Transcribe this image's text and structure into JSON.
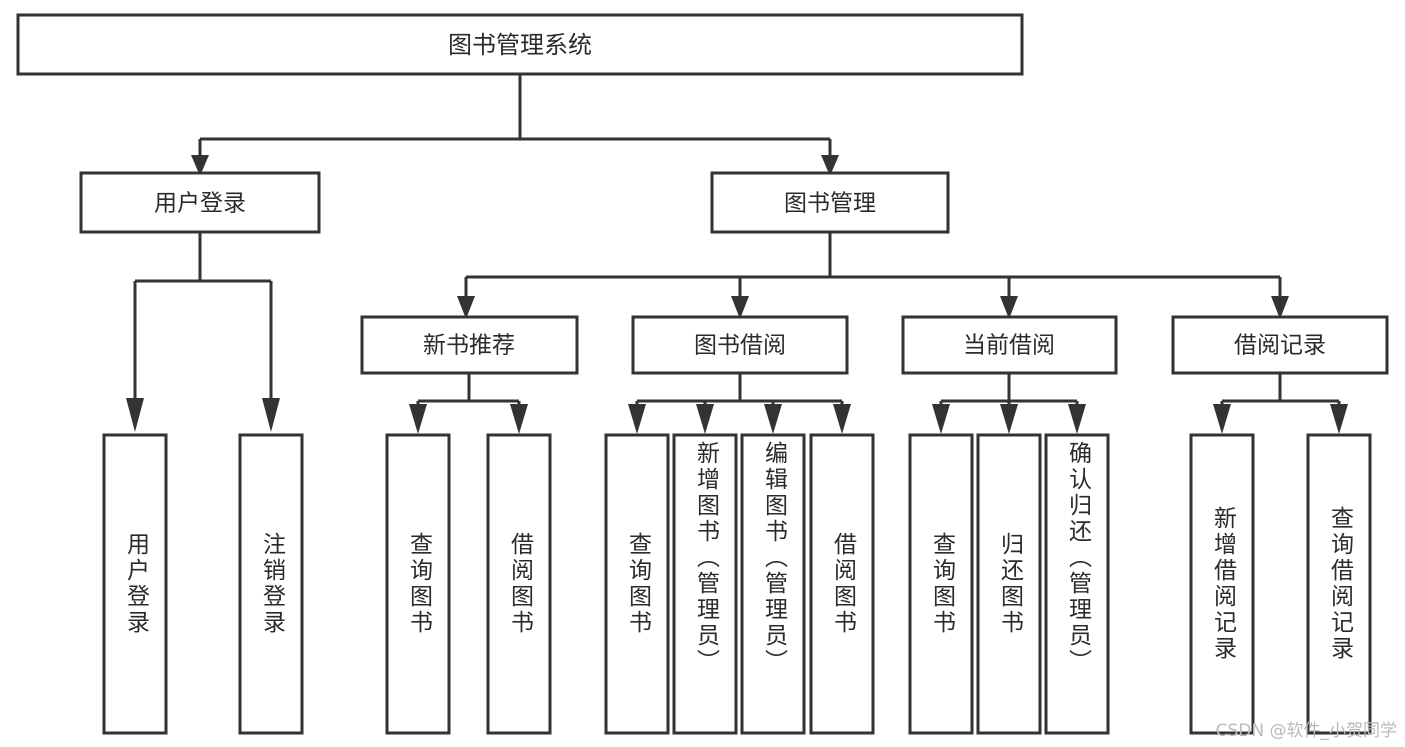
{
  "diagram": {
    "type": "tree",
    "title": "图书管理系统",
    "orientation": "top-down",
    "colors": {
      "background": "#ffffff",
      "box_fill": "#ffffff",
      "box_stroke": "#333333",
      "text": "#2b2b2b",
      "watermark": "#b9b9b9"
    },
    "root": {
      "label": "图书管理系统"
    },
    "level2": [
      {
        "label": "用户登录"
      },
      {
        "label": "图书管理"
      }
    ],
    "level3": [
      {
        "label": "新书推荐"
      },
      {
        "label": "图书借阅"
      },
      {
        "label": "当前借阅"
      },
      {
        "label": "借阅记录"
      }
    ],
    "leaves": {
      "user_login": [
        {
          "label": "用户登录"
        },
        {
          "label": "注销登录"
        }
      ],
      "new_book_recommend": [
        {
          "label": "查询图书"
        },
        {
          "label": "借阅图书"
        }
      ],
      "book_borrow": [
        {
          "label": "查询图书"
        },
        {
          "label": "新增图书（管理员）"
        },
        {
          "label": "编辑图书（管理员）"
        },
        {
          "label": "借阅图书"
        }
      ],
      "current_borrow": [
        {
          "label": "查询图书"
        },
        {
          "label": "归还图书"
        },
        {
          "label": "确认归还（管理员）"
        }
      ],
      "borrow_record": [
        {
          "label": "新增借阅记录"
        },
        {
          "label": "查询借阅记录"
        }
      ]
    }
  },
  "watermark": {
    "text": "CSDN @软件_小贺同学"
  }
}
